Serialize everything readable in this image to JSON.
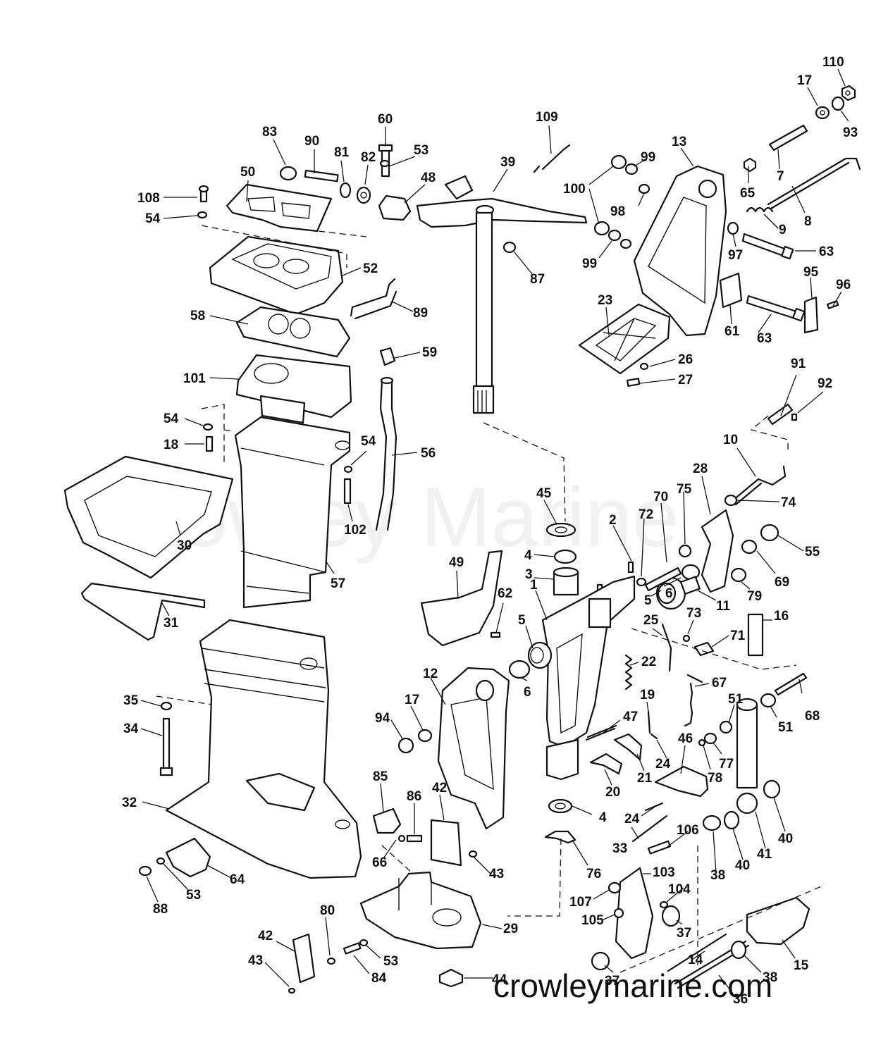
{
  "watermark": "Crowley Marine",
  "footer_url": "crowleymarine.com",
  "callouts": [
    {
      "id": "c110",
      "text": "110"
    },
    {
      "id": "c17a",
      "text": "17"
    },
    {
      "id": "c93",
      "text": "93"
    },
    {
      "id": "c109",
      "text": "109"
    },
    {
      "id": "c60",
      "text": "60"
    },
    {
      "id": "c53a",
      "text": "53"
    },
    {
      "id": "c83",
      "text": "83"
    },
    {
      "id": "c90",
      "text": "90"
    },
    {
      "id": "c81",
      "text": "81"
    },
    {
      "id": "c82",
      "text": "82"
    },
    {
      "id": "c48",
      "text": "48"
    },
    {
      "id": "c39",
      "text": "39"
    },
    {
      "id": "c50",
      "text": "50"
    },
    {
      "id": "c108",
      "text": "108"
    },
    {
      "id": "c54a",
      "text": "54"
    },
    {
      "id": "c13",
      "text": "13"
    },
    {
      "id": "c99a",
      "text": "99"
    },
    {
      "id": "c100",
      "text": "100"
    },
    {
      "id": "c65",
      "text": "65"
    },
    {
      "id": "c7",
      "text": "7"
    },
    {
      "id": "c8",
      "text": "8"
    },
    {
      "id": "c98",
      "text": "98"
    },
    {
      "id": "c9",
      "text": "9"
    },
    {
      "id": "c99b",
      "text": "99"
    },
    {
      "id": "c97",
      "text": "97"
    },
    {
      "id": "c63a",
      "text": "63"
    },
    {
      "id": "c87",
      "text": "87"
    },
    {
      "id": "c52",
      "text": "52"
    },
    {
      "id": "c95",
      "text": "95"
    },
    {
      "id": "c96",
      "text": "96"
    },
    {
      "id": "c23",
      "text": "23"
    },
    {
      "id": "c61",
      "text": "61"
    },
    {
      "id": "c63b",
      "text": "63"
    },
    {
      "id": "c58",
      "text": "58"
    },
    {
      "id": "c89",
      "text": "89"
    },
    {
      "id": "c59",
      "text": "59"
    },
    {
      "id": "c26",
      "text": "26"
    },
    {
      "id": "c27",
      "text": "27"
    },
    {
      "id": "c101",
      "text": "101"
    },
    {
      "id": "c91",
      "text": "91"
    },
    {
      "id": "c92",
      "text": "92"
    },
    {
      "id": "c54b",
      "text": "54"
    },
    {
      "id": "c18",
      "text": "18"
    },
    {
      "id": "c54c",
      "text": "54"
    },
    {
      "id": "c56",
      "text": "56"
    },
    {
      "id": "c10",
      "text": "10"
    },
    {
      "id": "c28",
      "text": "28"
    },
    {
      "id": "c45",
      "text": "45"
    },
    {
      "id": "c70",
      "text": "70"
    },
    {
      "id": "c75",
      "text": "75"
    },
    {
      "id": "c74",
      "text": "74"
    },
    {
      "id": "c72",
      "text": "72"
    },
    {
      "id": "c2",
      "text": "2"
    },
    {
      "id": "c102",
      "text": "102"
    },
    {
      "id": "c30",
      "text": "30"
    },
    {
      "id": "c57",
      "text": "57"
    },
    {
      "id": "c4a",
      "text": "4"
    },
    {
      "id": "c55",
      "text": "55"
    },
    {
      "id": "c3",
      "text": "3"
    },
    {
      "id": "c49",
      "text": "49"
    },
    {
      "id": "c69",
      "text": "69"
    },
    {
      "id": "c79",
      "text": "79"
    },
    {
      "id": "c1",
      "text": "1"
    },
    {
      "id": "c62",
      "text": "62"
    },
    {
      "id": "c5a",
      "text": "5"
    },
    {
      "id": "c6a",
      "text": "6"
    },
    {
      "id": "c11",
      "text": "11"
    },
    {
      "id": "c31",
      "text": "31"
    },
    {
      "id": "c73",
      "text": "73"
    },
    {
      "id": "c16",
      "text": "16"
    },
    {
      "id": "c5b",
      "text": "5"
    },
    {
      "id": "c25",
      "text": "25"
    },
    {
      "id": "c71",
      "text": "71"
    },
    {
      "id": "c22",
      "text": "22"
    },
    {
      "id": "c12",
      "text": "12"
    },
    {
      "id": "c6b",
      "text": "6"
    },
    {
      "id": "c67",
      "text": "67"
    },
    {
      "id": "c17b",
      "text": "17"
    },
    {
      "id": "c35",
      "text": "35"
    },
    {
      "id": "c94",
      "text": "94"
    },
    {
      "id": "c19",
      "text": "19"
    },
    {
      "id": "c51a",
      "text": "51"
    },
    {
      "id": "c68",
      "text": "68"
    },
    {
      "id": "c51b",
      "text": "51"
    },
    {
      "id": "c34",
      "text": "34"
    },
    {
      "id": "c47",
      "text": "47"
    },
    {
      "id": "c46",
      "text": "46"
    },
    {
      "id": "c77",
      "text": "77"
    },
    {
      "id": "c24a",
      "text": "24"
    },
    {
      "id": "c78",
      "text": "78"
    },
    {
      "id": "c21",
      "text": "21"
    },
    {
      "id": "c85",
      "text": "85"
    },
    {
      "id": "c20",
      "text": "20"
    },
    {
      "id": "c86",
      "text": "86"
    },
    {
      "id": "c42a",
      "text": "42"
    },
    {
      "id": "c32",
      "text": "32"
    },
    {
      "id": "c4b",
      "text": "4"
    },
    {
      "id": "c24b",
      "text": "24"
    },
    {
      "id": "c40a",
      "text": "40"
    },
    {
      "id": "c41",
      "text": "41"
    },
    {
      "id": "c40b",
      "text": "40"
    },
    {
      "id": "c106",
      "text": "106"
    },
    {
      "id": "c66",
      "text": "66"
    },
    {
      "id": "c43a",
      "text": "43"
    },
    {
      "id": "c33",
      "text": "33"
    },
    {
      "id": "c76",
      "text": "76"
    },
    {
      "id": "c64",
      "text": "64"
    },
    {
      "id": "c53b",
      "text": "53"
    },
    {
      "id": "c38a",
      "text": "38"
    },
    {
      "id": "c88",
      "text": "88"
    },
    {
      "id": "c103",
      "text": "103"
    },
    {
      "id": "c104",
      "text": "104"
    },
    {
      "id": "c107",
      "text": "107"
    },
    {
      "id": "c80",
      "text": "80"
    },
    {
      "id": "c105",
      "text": "105"
    },
    {
      "id": "c37a",
      "text": "37"
    },
    {
      "id": "c29",
      "text": "29"
    },
    {
      "id": "c42b",
      "text": "42"
    },
    {
      "id": "c53c",
      "text": "53"
    },
    {
      "id": "c14",
      "text": "14"
    },
    {
      "id": "c15",
      "text": "15"
    },
    {
      "id": "c43b",
      "text": "43"
    },
    {
      "id": "c84",
      "text": "84"
    },
    {
      "id": "c44",
      "text": "44"
    },
    {
      "id": "c37b",
      "text": "37"
    },
    {
      "id": "c38b",
      "text": "38"
    },
    {
      "id": "c36",
      "text": "36"
    }
  ]
}
